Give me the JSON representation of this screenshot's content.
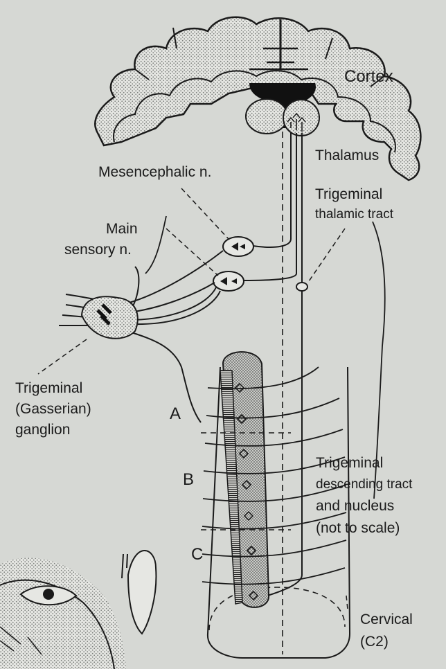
{
  "labels": {
    "cortex": "Cortex",
    "thalamus": "Thalamus",
    "mesencephalic": "Mesencephalic n.",
    "main_sensory_1": "Main",
    "main_sensory_2": "sensory n.",
    "trig_thalamic_1": "Trigeminal",
    "trig_thalamic_2": "thalamic tract",
    "ganglion_1": "Trigeminal",
    "ganglion_2": "(Gasserian)",
    "ganglion_3": "ganglion",
    "zone_a": "A",
    "zone_b": "B",
    "zone_c": "C",
    "descending_1": "Trigeminal",
    "descending_2": "descending tract",
    "descending_3": "and nucleus",
    "descending_4": "(not to scale)",
    "cervical_1": "Cervical",
    "cervical_2": "(C2)"
  },
  "colors": {
    "paper": "#d6d8d4",
    "ink": "#1a1a1a",
    "stipple": "#8a8d8a"
  }
}
